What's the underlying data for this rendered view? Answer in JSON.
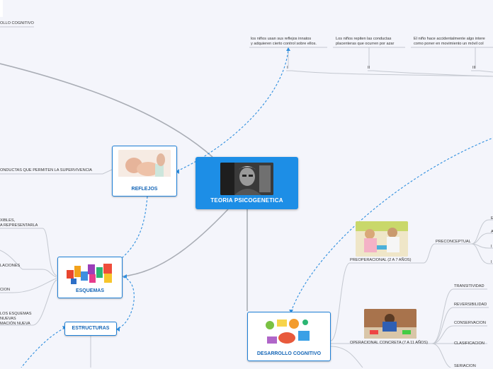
{
  "central": {
    "title": "TEORIA PSICOGENETICA"
  },
  "nodes": {
    "reflejos": "REFLEJOS",
    "esquemas": "ESQUEMAS",
    "estructuras": "ESTRUCTURAS",
    "desarrollo": "DESARROLLO COGNITIVO"
  },
  "top_left_label": "OLLO COGNITIVO",
  "reflex_stages": [
    {
      "text": "los niños usan sus reflejos innatos\ny adquieren cierto control sobre ellos.",
      "numeral": "I"
    },
    {
      "text": "Los niños repiten las conductas\nplacenteras que ocurren por azar",
      "numeral": "II"
    },
    {
      "text": "El niño hace accidentalmente algo intere\ncomo poner en movimiento un móvil col",
      "numeral": "III"
    }
  ],
  "left_labels": {
    "supervivencia": "ONDUCTAS QUE PERMITEN LA SUPERVIVENCIA",
    "flexibles": "XIBLES,\nA REPRESENTARLA",
    "relaciones": "LACIONES",
    "cion": "CION",
    "esquemas_nuevos": "LOS ESQUEMAS\nNUEVAS\nMACIÓN NUEVA"
  },
  "stages": {
    "preoperacional": "PREOPERACIONAL (2 A 7 AÑOS)",
    "preconceptual": "PRECONCEPTUAL",
    "concreta": "OPERACIONAL CONCRETA (7 A 11 AÑOS)"
  },
  "concrete_items": [
    "TRANSITIVIDAD",
    "REVERSIBILIDAD",
    "CONSERVACION",
    "CLASIFICACION",
    "SERIACION"
  ],
  "preconceptual_items": [
    "E",
    "A",
    "I",
    "I"
  ],
  "colors": {
    "accent": "#1d8ee6",
    "border": "#1d7fd6",
    "title": "#1566b7",
    "connector": "#a9adb5",
    "dashed": "#2f8fdf"
  }
}
